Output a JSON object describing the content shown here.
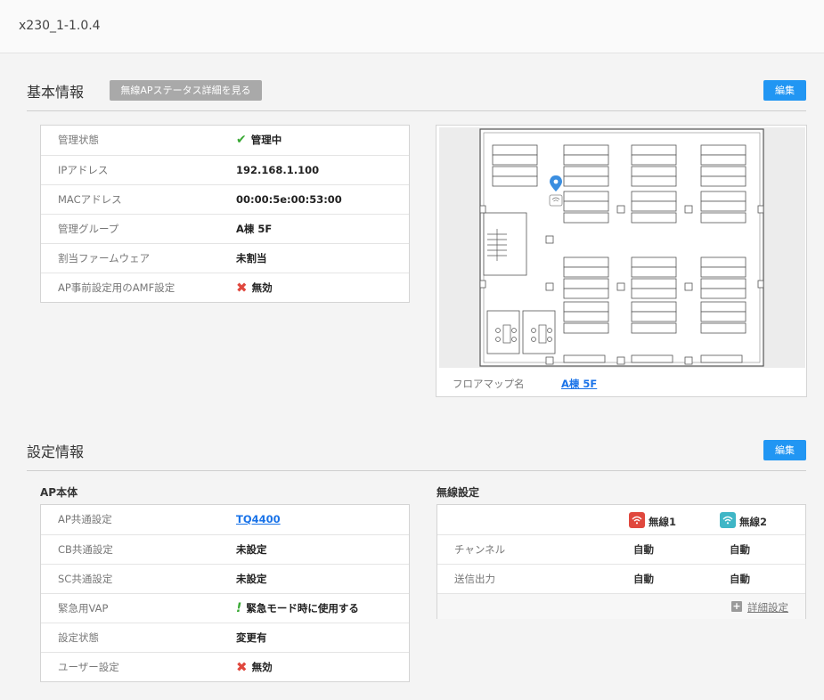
{
  "header": {
    "title": "x230_1-1.0.4"
  },
  "basic": {
    "title": "基本情報",
    "status_button": "無線APステータス詳細を見る",
    "edit_button": "編集",
    "rows": [
      {
        "label": "管理状態",
        "value": "管理中",
        "icon": "check-icon"
      },
      {
        "label": "IPアドレス",
        "value": "192.168.1.100"
      },
      {
        "label": "MACアドレス",
        "value": "00:00:5e:00:53:00"
      },
      {
        "label": "管理グループ",
        "value": "A棟 5F"
      },
      {
        "label": "割当ファームウェア",
        "value": "未割当"
      },
      {
        "label": "AP事前設定用のAMF設定",
        "value": "無効",
        "icon": "cross-icon"
      }
    ],
    "floor_map": {
      "label": "フロアマップ名",
      "value": "A棟 5F"
    }
  },
  "settings": {
    "title": "設定情報",
    "edit_button": "編集",
    "ap_body": {
      "title": "AP本体",
      "rows": [
        {
          "label": "AP共通設定",
          "value": "TQ4400",
          "link": true
        },
        {
          "label": "CB共通設定",
          "value": "未設定"
        },
        {
          "label": "SC共通設定",
          "value": "未設定"
        },
        {
          "label": "緊急用VAP",
          "value": "緊急モード時に使用する",
          "icon": "exclamation-icon"
        },
        {
          "label": "設定状態",
          "value": "変更有"
        },
        {
          "label": "ユーザー設定",
          "value": "無効",
          "icon": "cross-icon"
        }
      ]
    },
    "wireless": {
      "title": "無線設定",
      "radio1": {
        "label": "無線1",
        "color": "#e0483e"
      },
      "radio2": {
        "label": "無線2",
        "color": "#3fb6c6"
      },
      "rows": [
        {
          "label": "チャンネル",
          "r1": "自動",
          "r2": "自動"
        },
        {
          "label": "送信出力",
          "r1": "自動",
          "r2": "自動"
        }
      ],
      "detail_link": "詳細設定"
    }
  },
  "colors": {
    "accent": "#2196f3",
    "gray_button": "#a9a9a9",
    "ok": "#3aa935",
    "ng": "#e0483e",
    "link": "#1a73e8"
  }
}
